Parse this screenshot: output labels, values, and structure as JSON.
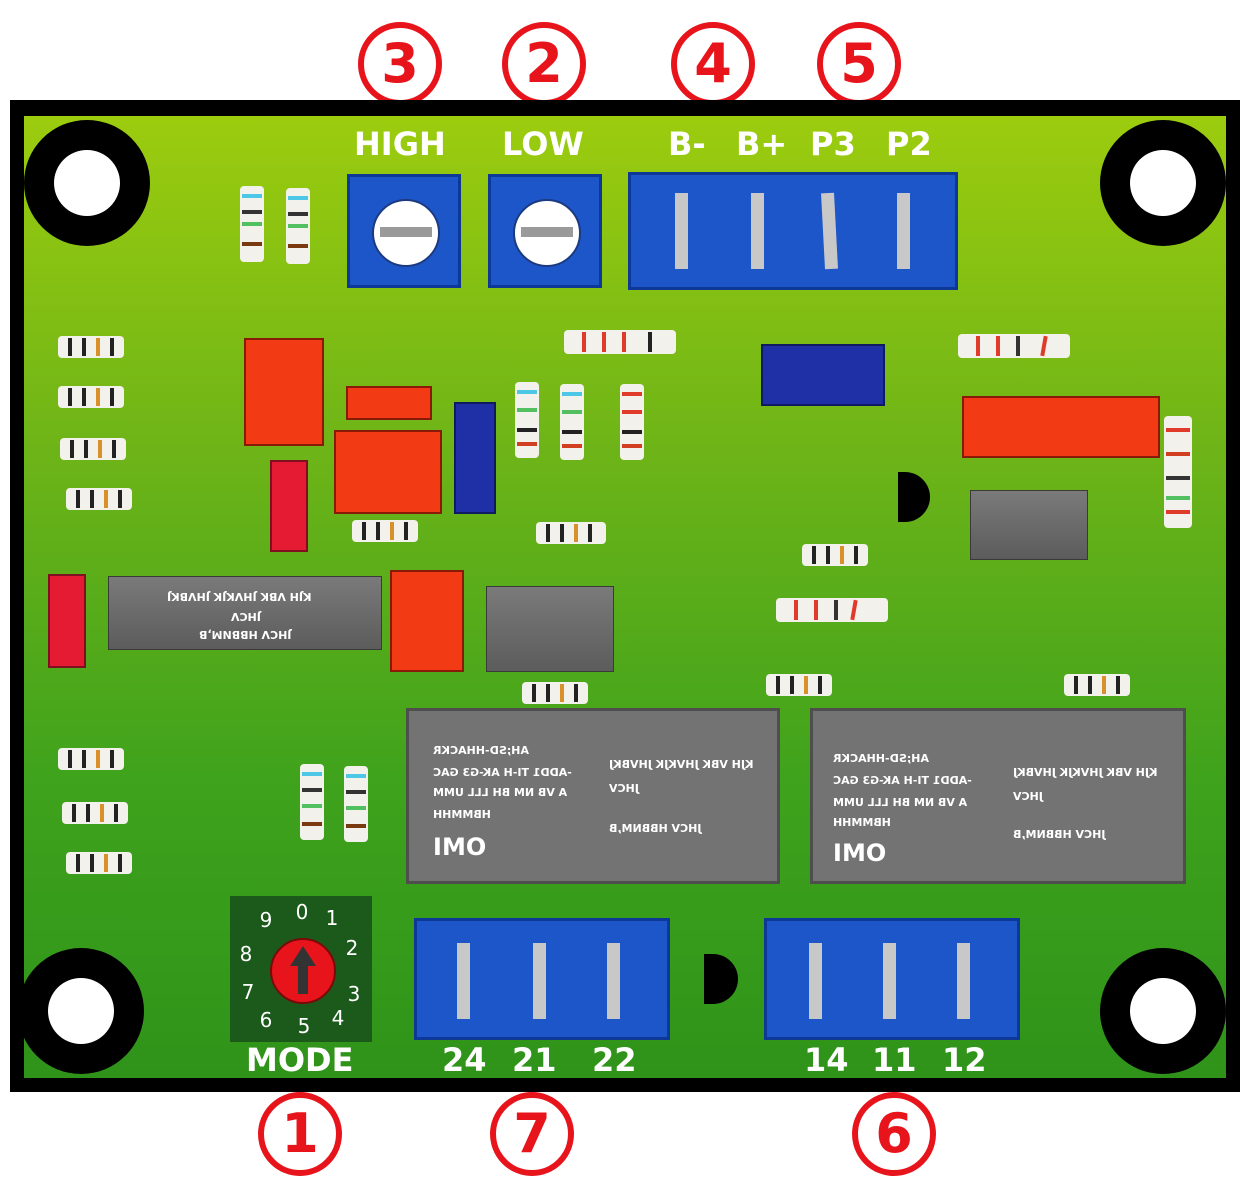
{
  "callouts": {
    "c1": "1",
    "c2": "2",
    "c3": "3",
    "c4": "4",
    "c5": "5",
    "c6": "6",
    "c7": "7"
  },
  "labels": {
    "high": "HIGH",
    "low": "LOW",
    "b_minus": "B-",
    "b_plus": "B+",
    "p3": "P3",
    "p2": "P2",
    "mode": "MODE",
    "t24": "24",
    "t21": "21",
    "t22": "22",
    "t14": "14",
    "t11": "11",
    "t12": "12"
  },
  "dial": {
    "n0": "0",
    "n1": "1",
    "n2": "2",
    "n3": "3",
    "n4": "4",
    "n5": "5",
    "n6": "6",
    "n7": "7",
    "n8": "8",
    "n9": "9"
  },
  "relay": {
    "brand": "OMI",
    "line1": "KJH VBK JHVKJK JHVBKJ",
    "line2": "JHCV",
    "line3": "JHCV HBBNM,B",
    "line4": "AH;SD-HHACKR",
    "line5": "-ADD1 TI-H AK-G3 GAC",
    "line6": "A VB NM BH LLL UMM",
    "line7": "HBMMHH"
  },
  "chip": {
    "line1": "JHCV HBBNM,B",
    "line2": "JHCV",
    "line3": "KJH VBK JHVKJK JHVBKJ"
  },
  "colors": {
    "callout_red": "#e8141b",
    "pcb_green": "#6db418",
    "terminal_blue": "#1c56c9"
  }
}
